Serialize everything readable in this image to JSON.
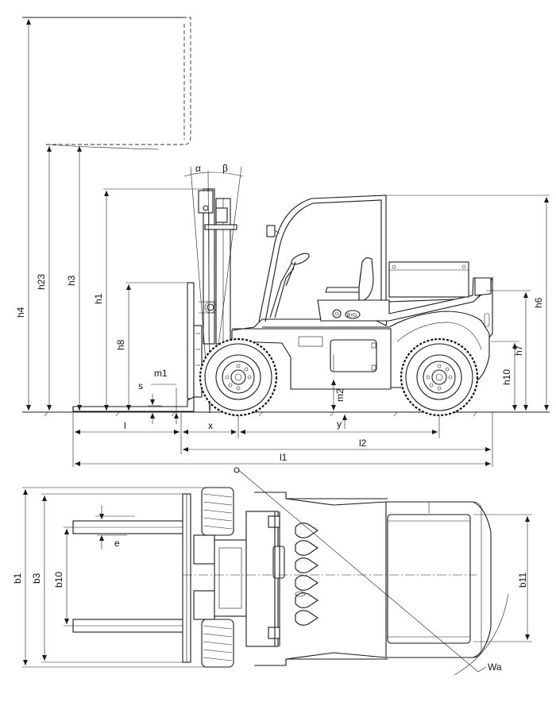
{
  "labels": {
    "h4": "h4",
    "h23": "h23",
    "h3": "h3",
    "h1": "h1",
    "h8": "h8",
    "m1": "m1",
    "s": "s",
    "m2": "m2",
    "y": "y",
    "h6": "h6",
    "h7": "h7",
    "h10": "h10",
    "alpha": "α",
    "beta": "β",
    "l": "l",
    "x": "x",
    "l2": "l2",
    "l1": "l1",
    "b1": "b1",
    "b3": "b3",
    "b10": "b10",
    "e": "e",
    "b11": "b11",
    "wa": "Wa"
  },
  "brand_badge": "BYD",
  "colors": {
    "line": "#1a1a1a",
    "background": "#ffffff"
  }
}
